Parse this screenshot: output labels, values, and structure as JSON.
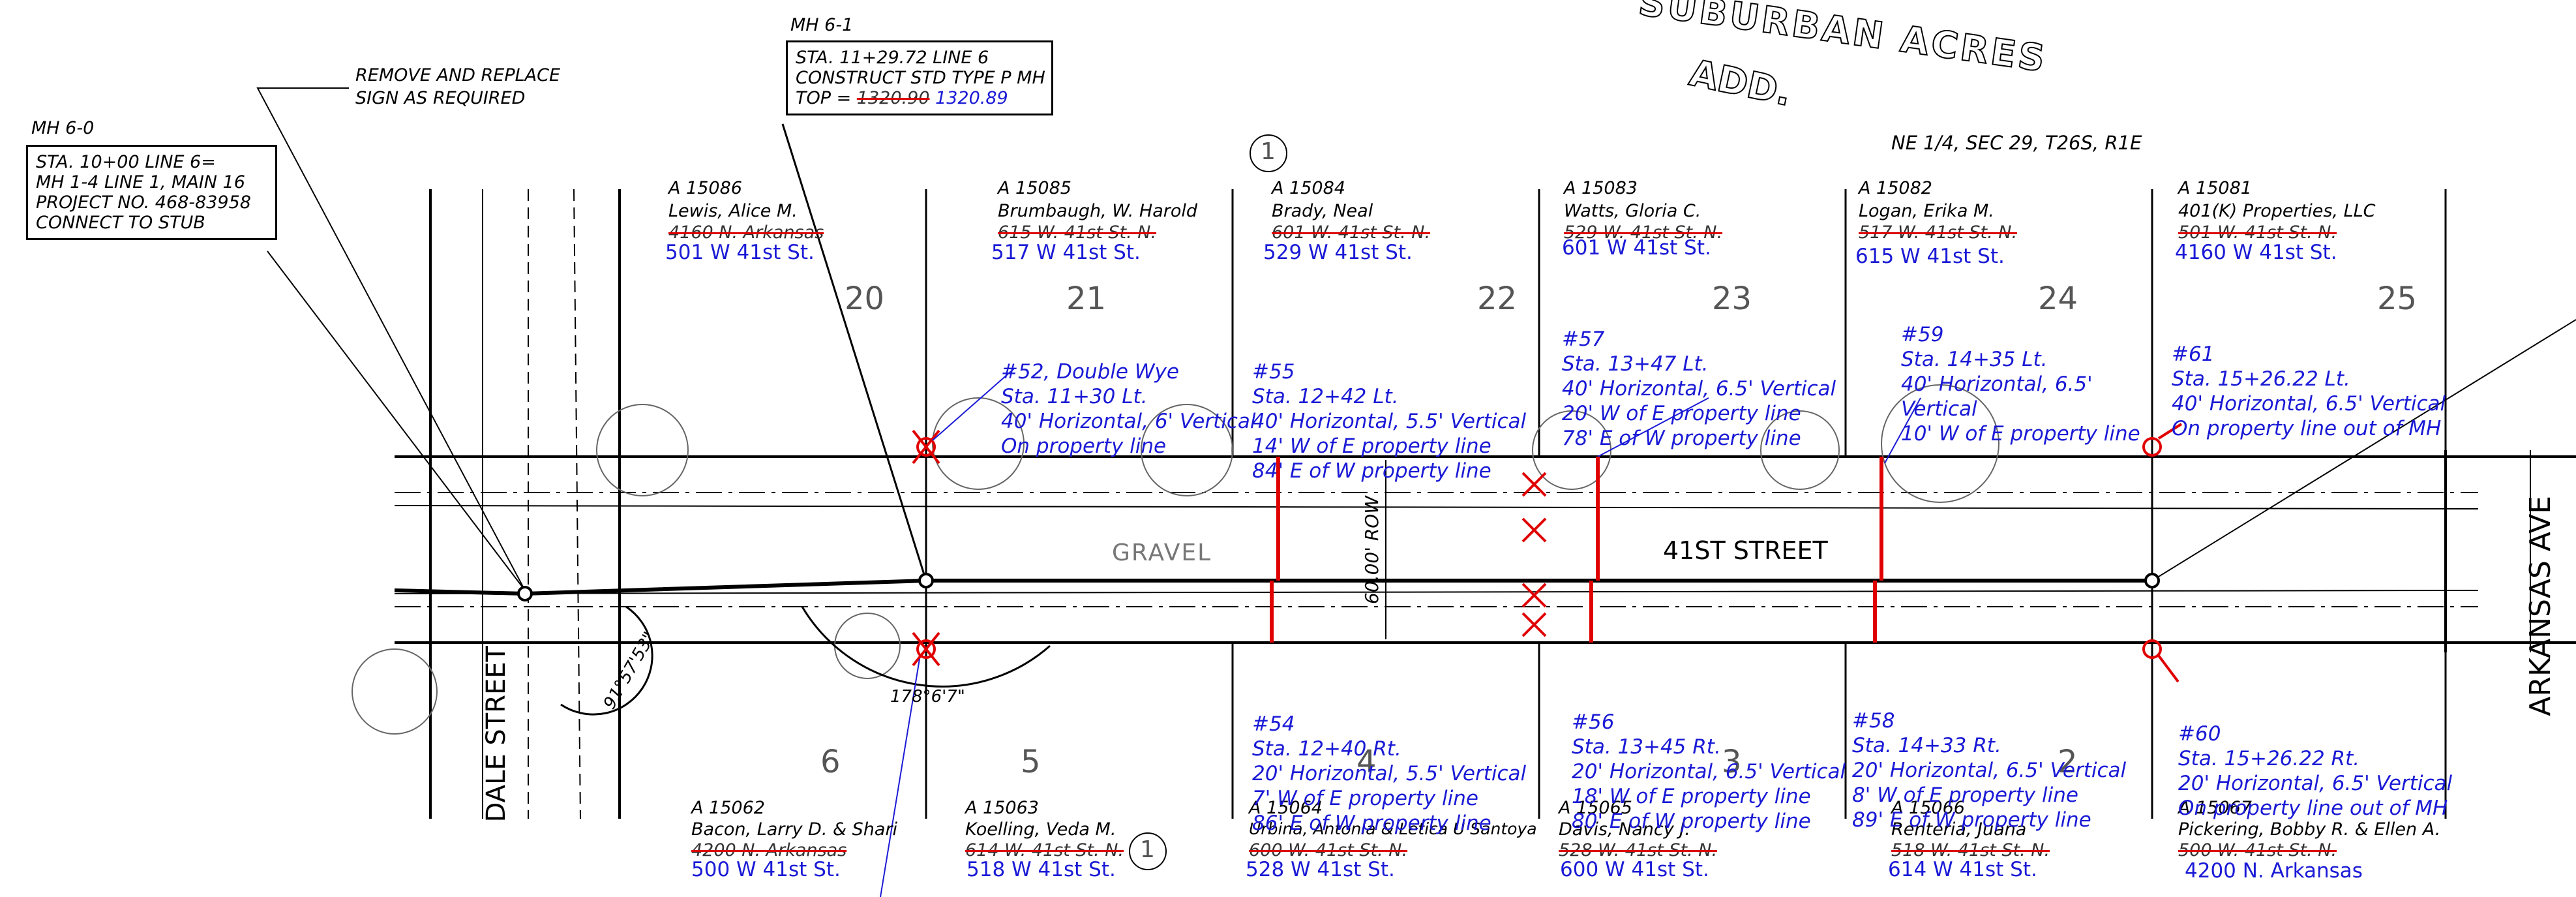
{
  "header": {
    "subdivision_line1": "SUBURBAN ACRES",
    "subdivision_line2": "ADD.",
    "section": "NE 1/4, SEC 29, T26S, R1E",
    "circle_1_top": "1",
    "circle_1_bottom": "1"
  },
  "callouts": {
    "sign": [
      "REMOVE AND REPLACE",
      "SIGN AS REQUIRED"
    ],
    "mh60_title": "MH 6-0",
    "mh60_lines": [
      "STA. 10+00 LINE 6=",
      "MH 1-4 LINE 1, MAIN 16",
      "PROJECT NO. 468-83958",
      "CONNECT TO STUB"
    ],
    "mh61_title": "MH 6-1",
    "mh61_lines": [
      "STA. 11+29.72 LINE 6",
      "CONSTRUCT STD TYPE P MH"
    ],
    "mh61_top_prefix": "TOP = ",
    "mh61_top_old": "1320.90",
    "mh61_top_new": "1320.89"
  },
  "streets": {
    "main": "41ST STREET",
    "dale": "DALE STREET",
    "arkansas": "ARKANSAS AVE",
    "gravel": "GRAVEL",
    "row": "60.00' ROW",
    "angle1": "91°57'53\"",
    "angle2": "178°6'7\""
  },
  "north_parcels": [
    {
      "num": "20",
      "id": "A 15086",
      "owner": "Lewis, Alice M.",
      "old": "4160 N. Arkansas",
      "new": "501 W 41st St."
    },
    {
      "num": "21",
      "id": "A 15085",
      "owner": "Brumbaugh, W. Harold",
      "old": "615 W. 41st St. N.",
      "new": "517 W 41st St."
    },
    {
      "num": "22",
      "id": "A 15084",
      "owner": "Brady, Neal",
      "old": "601 W. 41st St. N.",
      "new": "529 W 41st St."
    },
    {
      "num": "23",
      "id": "A 15083",
      "owner": "Watts, Gloria C.",
      "old": "529 W. 41st St. N.",
      "new": "601 W 41st St."
    },
    {
      "num": "24",
      "id": "A 15082",
      "owner": "Logan, Erika M.",
      "old": "517 W. 41st St. N.",
      "new": "615 W 41st St."
    },
    {
      "num": "25",
      "id": "A 15081",
      "owner": "401(K) Properties, LLC",
      "old": "501 W. 41st St. N.",
      "new": "4160 W 41st St."
    }
  ],
  "south_parcels": [
    {
      "num": "6",
      "id": "A 15062",
      "owner": "Bacon, Larry D. & Shari",
      "old": "4200 N. Arkansas",
      "new": "500 W 41st St."
    },
    {
      "num": "5",
      "id": "A 15063",
      "owner": "Koelling, Veda M.",
      "old": "614 W. 41st St. N.",
      "new": "518 W 41st St."
    },
    {
      "num": "4",
      "id": "A 15064",
      "owner": "Urbina, Antonia & Letica U Santoya",
      "old": "600 W. 41st St. N.",
      "new": "528 W 41st St."
    },
    {
      "num": "3",
      "id": "A 15065",
      "owner": "Davis, Nancy J.",
      "old": "528 W. 41st St. N.",
      "new": "600 W 41st St."
    },
    {
      "num": "2",
      "id": "A 15066",
      "owner": "Renteria, Juana",
      "old": "518 W. 41st St. N.",
      "new": "614 W 41st St."
    },
    {
      "num": "",
      "id": "A 15067",
      "owner": "Pickering, Bobby R. & Ellen A.",
      "old": "500 W. 41st St. N.",
      "new": "4200 N. Arkansas"
    }
  ],
  "service_notes": {
    "n52": [
      "#52, Double Wye",
      "Sta. 11+30 Lt.",
      "40' Horizontal, 6' Vertical",
      "On property line"
    ],
    "n55": [
      "#55",
      "Sta. 12+42 Lt.",
      "40' Horizontal, 5.5' Vertical",
      "14' W of E property line",
      "84' E of W property line"
    ],
    "n57": [
      "#57",
      "Sta. 13+47 Lt.",
      "40' Horizontal, 6.5' Vertical",
      "20' W of E property line",
      "78' E of W property line"
    ],
    "n59": [
      "#59",
      "Sta. 14+35 Lt.",
      "40' Horizontal, 6.5'",
      "Vertical",
      "10' W of E property line"
    ],
    "n61": [
      "#61",
      "Sta. 15+26.22 Lt.",
      "40' Horizontal, 6.5' Vertical",
      "On property line out of MH"
    ],
    "n54": [
      "#54",
      "Sta. 12+40 Rt.",
      "20' Horizontal, 5.5' Vertical",
      "7' W of E property line",
      "86' E of W property line"
    ],
    "n56": [
      "#56",
      "Sta. 13+45 Rt.",
      "20' Horizontal, 6.5' Vertical",
      "18' W of E property line",
      "80' E of W property line"
    ],
    "n58": [
      "#58",
      "Sta. 14+33 Rt.",
      "20' Horizontal, 6.5' Vertical",
      "8' W of E property line",
      "89' E of W property line"
    ],
    "n60": [
      "#60",
      "Sta. 15+26.22 Rt.",
      "20' Horizontal, 6.5' Vertical",
      "On property line out of MH"
    ]
  },
  "colors": {
    "blue": "#1a1ad6",
    "red": "#e00000",
    "line": "#000000"
  }
}
